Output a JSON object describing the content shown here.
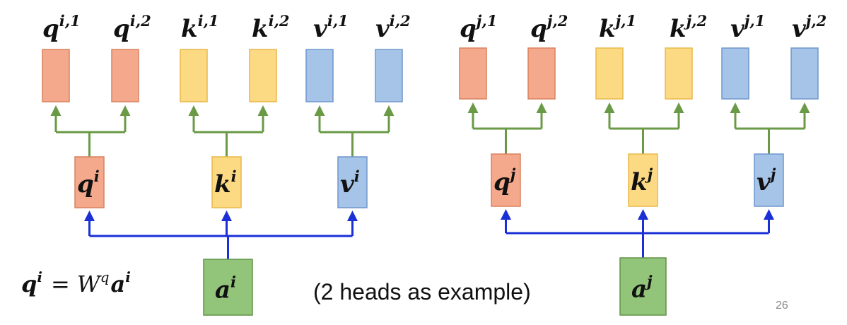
{
  "colors": {
    "q_fill": "#f5a98c",
    "q_stroke": "#d8825f",
    "k_fill": "#fcd983",
    "k_stroke": "#e8b94a",
    "v_fill": "#a6c3e8",
    "v_stroke": "#6f97cc",
    "a_fill": "#92c47a",
    "a_stroke": "#5f9447",
    "split_arrow": "#6a9a45",
    "input_arrow": "#1a2fd6"
  },
  "groups": [
    {
      "input": {
        "base": "a",
        "sup": "i"
      },
      "vectors": [
        {
          "kind": "q",
          "base": "q",
          "sup": "i"
        },
        {
          "kind": "k",
          "base": "k",
          "sup": "i"
        },
        {
          "kind": "v",
          "base": "v",
          "sup": "i"
        }
      ],
      "heads": [
        {
          "kind": "q",
          "base": "q",
          "sup": "i,1"
        },
        {
          "kind": "q",
          "base": "q",
          "sup": "i,2"
        },
        {
          "kind": "k",
          "base": "k",
          "sup": "i,1"
        },
        {
          "kind": "k",
          "base": "k",
          "sup": "i,2"
        },
        {
          "kind": "v",
          "base": "v",
          "sup": "i,1"
        },
        {
          "kind": "v",
          "base": "v",
          "sup": "i,2"
        }
      ]
    },
    {
      "input": {
        "base": "a",
        "sup": "j"
      },
      "vectors": [
        {
          "kind": "q",
          "base": "q",
          "sup": "j"
        },
        {
          "kind": "k",
          "base": "k",
          "sup": "j"
        },
        {
          "kind": "v",
          "base": "v",
          "sup": "j"
        }
      ],
      "heads": [
        {
          "kind": "q",
          "base": "q",
          "sup": "j,1"
        },
        {
          "kind": "q",
          "base": "q",
          "sup": "j,2"
        },
        {
          "kind": "k",
          "base": "k",
          "sup": "j,1"
        },
        {
          "kind": "k",
          "base": "k",
          "sup": "j,2"
        },
        {
          "kind": "v",
          "base": "v",
          "sup": "j,1"
        },
        {
          "kind": "v",
          "base": "v",
          "sup": "j,2"
        }
      ]
    }
  ],
  "formula": {
    "lhs": "q",
    "lhs_sup": "i",
    "eq": "=",
    "w": "W",
    "w_sup": "q",
    "a": "a",
    "a_sup": "i"
  },
  "caption": "(2 heads as example)",
  "page_number": "26"
}
